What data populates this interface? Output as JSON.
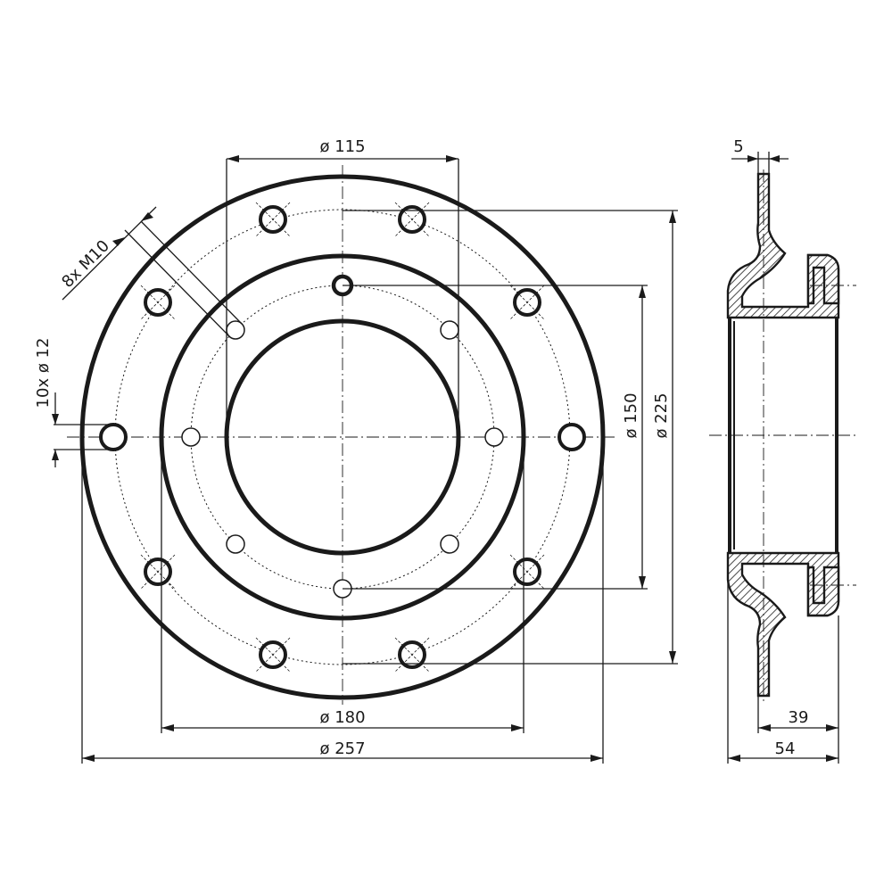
{
  "drawing": {
    "front_view": {
      "hole_callouts": {
        "threaded": "8x M10",
        "through": "10x ø 12"
      },
      "dimensions": {
        "bore": "ø 115",
        "inner_flange": "ø 180",
        "outer_flange": "ø 257",
        "pcd_inner": "ø 150",
        "pcd_outer": "ø 225"
      }
    },
    "side_view": {
      "dimensions": {
        "wall": "5",
        "depth_inner": "39",
        "depth_total": "54"
      }
    }
  }
}
